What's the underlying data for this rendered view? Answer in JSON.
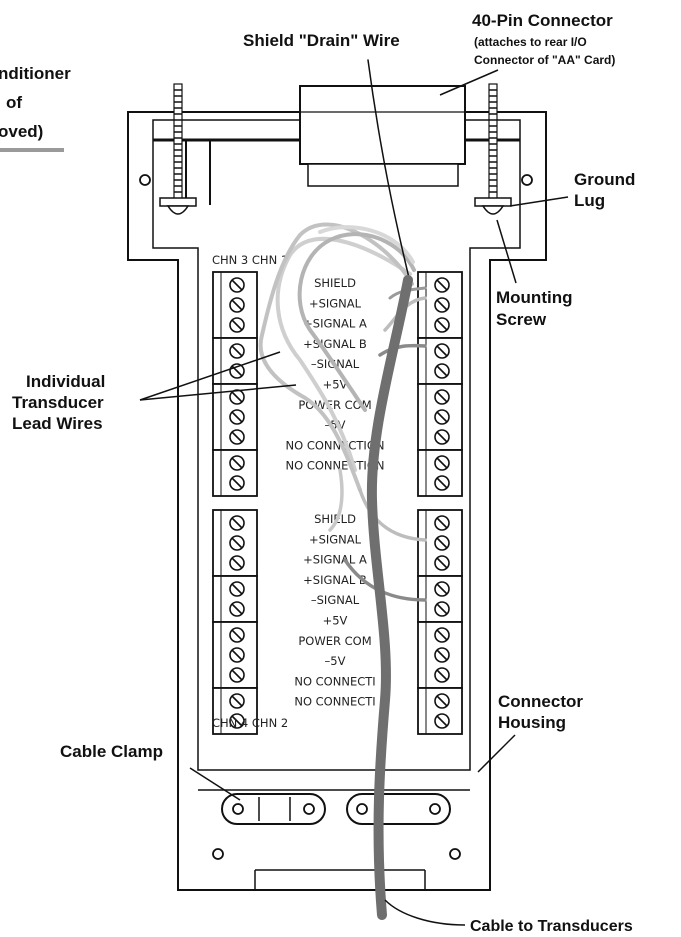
{
  "callouts": {
    "shield_drain": "Shield \"Drain\" Wire",
    "connector_40pin": {
      "title": "40-Pin Connector",
      "line1": "(attaches to rear I/O",
      "line2": "Connector of \"AA\" Card)"
    },
    "ground_lug": [
      "Ground",
      "Lug"
    ],
    "mounting_screw": [
      "Mounting",
      "Screw"
    ],
    "lead_wires": [
      "Individual",
      "Transducer",
      "Lead Wires"
    ],
    "connector_housing": [
      "Connector",
      "Housing"
    ],
    "cable_clamp": "Cable Clamp",
    "cable_to_transducers": "Cable to Transducers",
    "left_cut": [
      "nditioner",
      "of",
      "oved)"
    ]
  },
  "channels": {
    "top_left": "CHN 3 CHN 1",
    "bottom_left": "CHN 4 CHN 2"
  },
  "terminal_labels_top": [
    "SHIELD",
    "+SIGNAL",
    "+SIGNAL A",
    "+SIGNAL B",
    "–SIGNAL",
    "+5V",
    "POWER COM",
    "–5V",
    "NO CONNECTION",
    "NO CONNECTION"
  ],
  "terminal_labels_bottom": [
    "SHIELD",
    "+SIGNAL",
    "+SIGNAL A",
    "+SIGNAL B",
    "–SIGNAL",
    "+5V",
    "POWER COM",
    "–5V",
    "NO CONNECTI",
    "NO CONNECTI"
  ],
  "colors": {
    "line": "#111111",
    "wire_dark": "#6f6f6f",
    "wire_light": "#bdbdbd",
    "housing_gray": "#9a9a9a"
  }
}
